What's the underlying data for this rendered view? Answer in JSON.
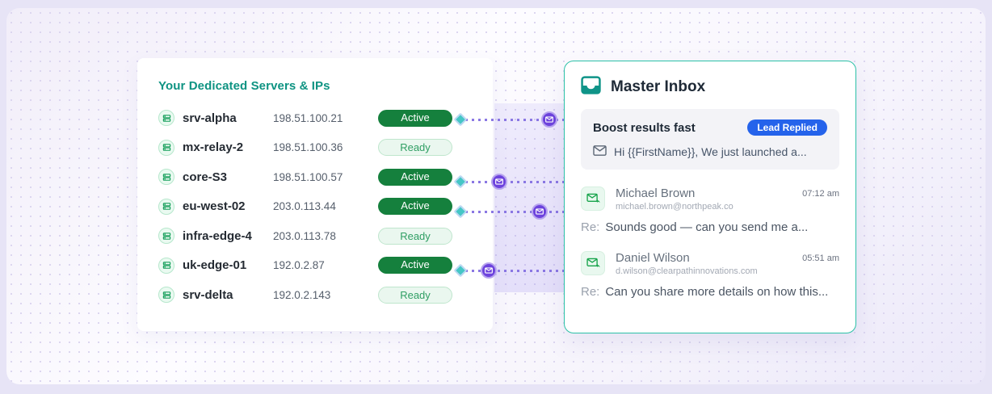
{
  "servers": {
    "title": "Your Dedicated Servers & IPs",
    "rows": [
      {
        "name": "srv-alpha",
        "ip": "198.51.100.21",
        "status": "Active"
      },
      {
        "name": "mx-relay-2",
        "ip": "198.51.100.36",
        "status": "Ready"
      },
      {
        "name": "core-S3",
        "ip": "198.51.100.57",
        "status": "Active"
      },
      {
        "name": "eu-west-02",
        "ip": "203.0.113.44",
        "status": "Active"
      },
      {
        "name": "infra-edge-4",
        "ip": "203.0.113.78",
        "status": "Ready"
      },
      {
        "name": "uk-edge-01",
        "ip": "192.0.2.87",
        "status": "Active"
      },
      {
        "name": "srv-delta",
        "ip": "192.0.2.143",
        "status": "Ready"
      }
    ]
  },
  "inbox": {
    "title": "Master Inbox",
    "campaign": {
      "title": "Boost results fast",
      "badge": "Lead Replied",
      "preview": "Hi {{FirstName}}, We just launched a..."
    },
    "emails": [
      {
        "sender": "Michael Brown",
        "address": "michael.brown@northpeak.co",
        "time": "07:12 am",
        "re": "Re:",
        "subject": "Sounds good — can you send me a..."
      },
      {
        "sender": "Daniel Wilson",
        "address": "d.wilson@clearpathinnovations.com",
        "time": "05:51 am",
        "re": "Re:",
        "subject": "Can you share more details on how this..."
      }
    ]
  },
  "colors": {
    "title_teal": "#0e9382",
    "active_green": "#15803d",
    "ready_green": "#2f9e63",
    "inbox_border_teal": "#2cc1a7",
    "lead_badge_blue": "#2563eb",
    "connector_purple": "#6d43dd",
    "diamond_teal": "#45c6c6"
  }
}
